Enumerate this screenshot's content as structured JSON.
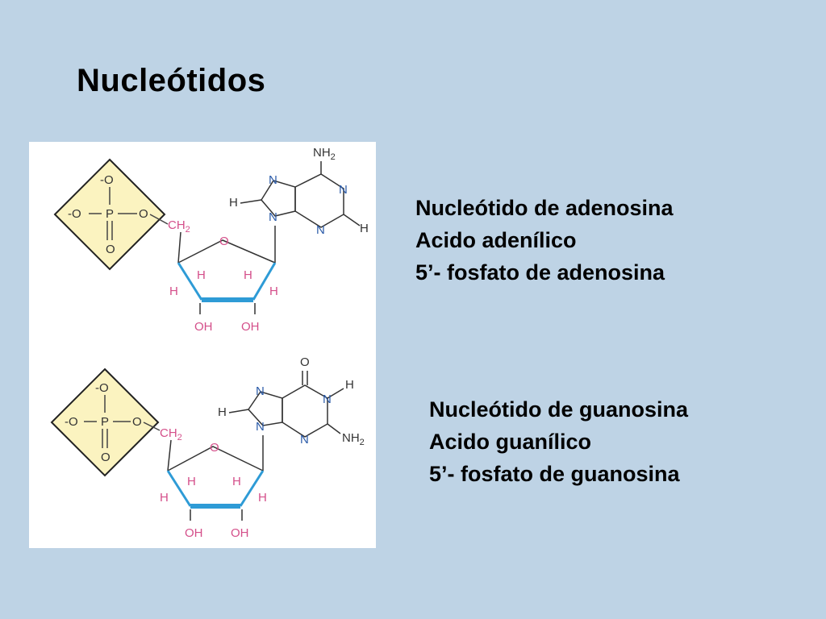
{
  "slide": {
    "title": "Nucleótidos"
  },
  "molecules": [
    {
      "atoms": {
        "phosphate": {
          "o_top": "-O",
          "o_left": "-O",
          "p": "P",
          "o_right": "O",
          "o_bottom": "O"
        },
        "ch2": "CH",
        "ch2_sub": "2",
        "ring_o": "O",
        "h_labels": [
          "H",
          "H",
          "H",
          "H"
        ],
        "oh_left": "OH",
        "oh_right": "OH",
        "base_amine": "NH",
        "base_amine_sub": "2",
        "base_n": "N",
        "base_h": "H"
      },
      "descriptions": [
        "Nucleótido de adenosina",
        "Acido adenílico",
        "5’- fosfato de adenosina"
      ]
    },
    {
      "atoms": {
        "phosphate": {
          "o_top": "-O",
          "o_left": "-O",
          "p": "P",
          "o_right": "O",
          "o_bottom": "O"
        },
        "ch2": "CH",
        "ch2_sub": "2",
        "ring_o": "O",
        "h_labels": [
          "H",
          "H",
          "H",
          "H"
        ],
        "oh_left": "OH",
        "oh_right": "OH",
        "base_o": "O",
        "base_amine": "NH",
        "base_amine_sub": "2",
        "base_n": "N",
        "base_h": "H"
      },
      "descriptions": [
        "Nucleótido de guanosina",
        "Acido guanílico",
        "5’- fosfato de guanosina"
      ]
    }
  ],
  "colors": {
    "background": "#bed3e5",
    "phosphate_fill": "#fbf3c0",
    "sugar_bond": "#2e9bd6",
    "hydroxyl_text": "#d44f8a",
    "nitrogen_text": "#2a5aa8"
  }
}
